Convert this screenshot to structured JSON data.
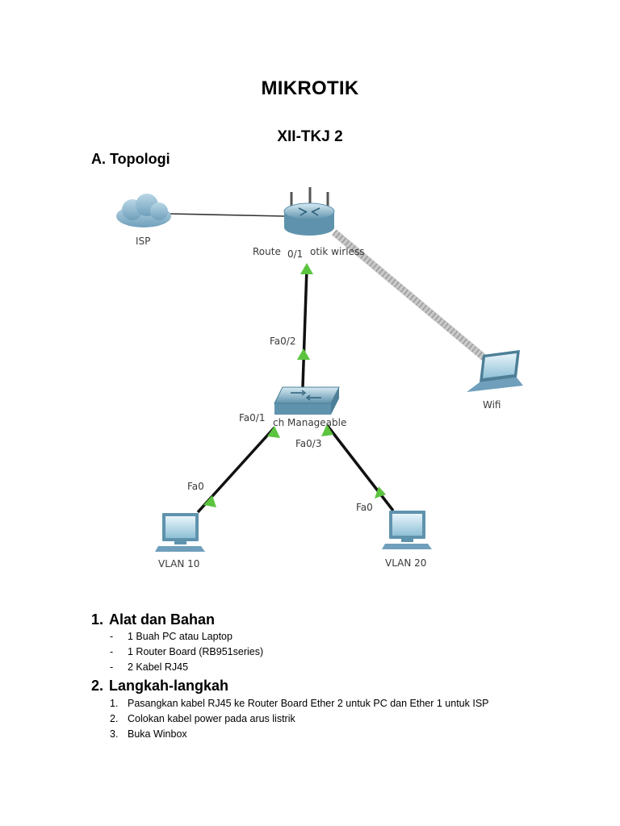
{
  "document": {
    "title": "MIKROTIK",
    "subtitle": "XII-TKJ 2",
    "section_a": "A. Topologi"
  },
  "topology": {
    "devices": {
      "isp": "ISP",
      "router": "Route",
      "router_port": "0/1",
      "router_suffix": "otik wirless",
      "switch": "ch Manageable",
      "wifi": "Wifi",
      "pc1": "VLAN 10",
      "pc2": "VLAN 20"
    },
    "ports": {
      "router_switch": "Fa0/2",
      "switch_pc1": "Fa0/1",
      "switch_pc2": "Fa0/3",
      "pc1": "Fa0",
      "pc2": "Fa0"
    },
    "colors": {
      "link": "#111111",
      "port_indicator": "#5cc43f",
      "device": "#7aaec4",
      "wireless": "#bdbdbd"
    }
  },
  "section1": {
    "num": "1.",
    "title": "Alat dan Bahan",
    "items": [
      {
        "mark": "-",
        "text": "1 Buah PC atau Laptop"
      },
      {
        "mark": "-",
        "text": "1 Router Board (RB951series)"
      },
      {
        "mark": "-",
        "text": "2 Kabel RJ45"
      }
    ]
  },
  "section2": {
    "num": "2.",
    "title": "Langkah-langkah",
    "items": [
      {
        "mark": "1.",
        "text": "Pasangkan kabel RJ45 ke Router Board Ether 2 untuk PC dan Ether 1 untuk ISP"
      },
      {
        "mark": "2.",
        "text": "Colokan kabel power pada arus listrik"
      },
      {
        "mark": "3.",
        "text": "Buka Winbox"
      }
    ]
  }
}
